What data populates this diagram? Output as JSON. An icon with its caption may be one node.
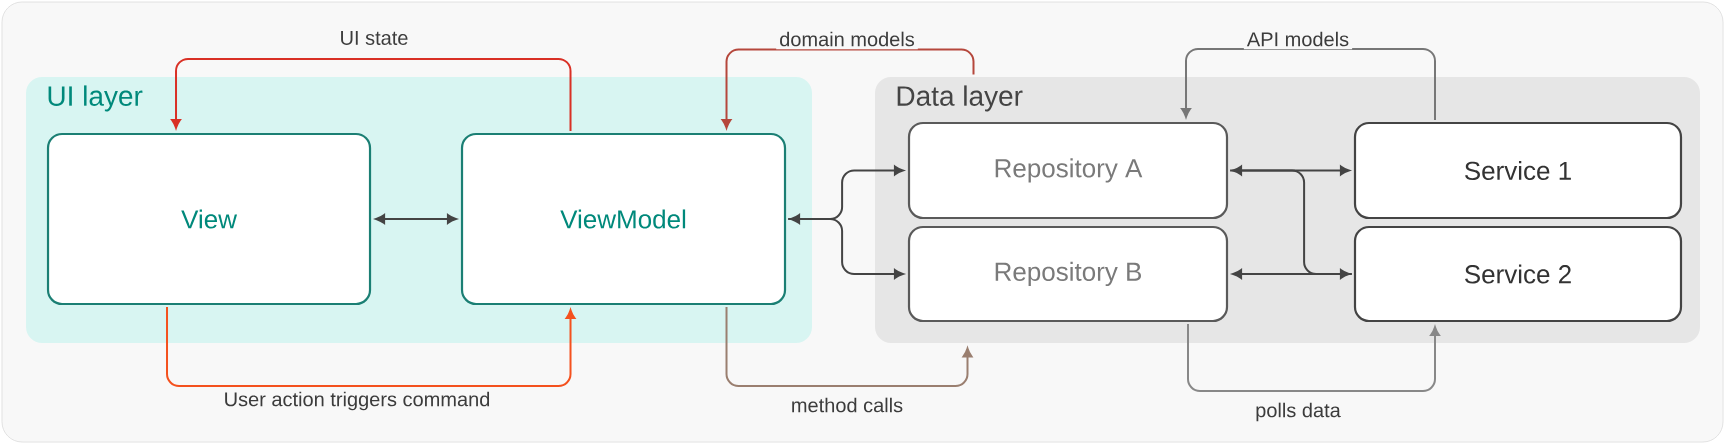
{
  "diagram": {
    "nodes": [
      {
        "text": [
          "UI layer"
        ]
      },
      {
        "text": [
          "View"
        ],
        "in": 0
      },
      {
        "text": [
          "ViewModel"
        ],
        "in": 0
      },
      {
        "text": [
          "Data layer"
        ]
      },
      {
        "text": [
          "Repository A"
        ],
        "in": 3
      },
      {
        "text": [
          "Repository B"
        ],
        "in": 3
      },
      {
        "text": [
          "Service  1"
        ],
        "in": 3
      },
      {
        "text": [
          "Service 2"
        ],
        "in": 3
      }
    ],
    "edges": [
      {
        "from": 2,
        "to": 1,
        "arrow": "to",
        "label": "UI state",
        "color": "#d93025"
      },
      {
        "from": 1,
        "to": 2,
        "arrow": "both"
      },
      {
        "from": 1,
        "to": 2,
        "arrow": "to",
        "label": "User action triggers command",
        "color": "#f4511e"
      },
      {
        "from": 3,
        "to": 2,
        "arrow": "to",
        "label": "domain models",
        "color": "#b5473c"
      },
      {
        "from": 2,
        "to": 4,
        "arrow": "both"
      },
      {
        "from": 2,
        "to": 5,
        "arrow": "to"
      },
      {
        "from": 2,
        "to": 3,
        "arrow": "to",
        "label": "method calls",
        "color": "#9a7f70"
      },
      {
        "from": 4,
        "to": 6,
        "arrow": "both"
      },
      {
        "from": 4,
        "to": 7,
        "arrow": "none"
      },
      {
        "from": 5,
        "to": 7,
        "arrow": "both"
      },
      {
        "from": 6,
        "to": 4,
        "arrow": "to",
        "label": "API models",
        "color": "#777777"
      },
      {
        "from": 5,
        "to": 7,
        "arrow": "to",
        "label": "polls data",
        "color": "#888888"
      }
    ]
  }
}
